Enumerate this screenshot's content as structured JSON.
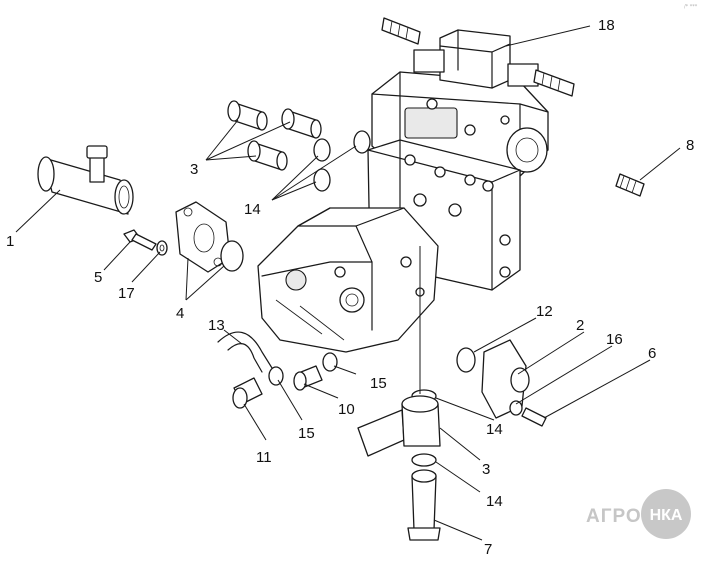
{
  "diagram": {
    "callouts": [
      "18",
      "3",
      "8",
      "1",
      "14",
      "5",
      "17",
      "4",
      "12",
      "2",
      "16",
      "6",
      "13",
      "15",
      "10",
      "14",
      "3",
      "11",
      "15",
      "14",
      "7"
    ],
    "corner_mark": "/* ***"
  },
  "logo": {
    "text": "АГРО",
    "inner": "НКА"
  }
}
